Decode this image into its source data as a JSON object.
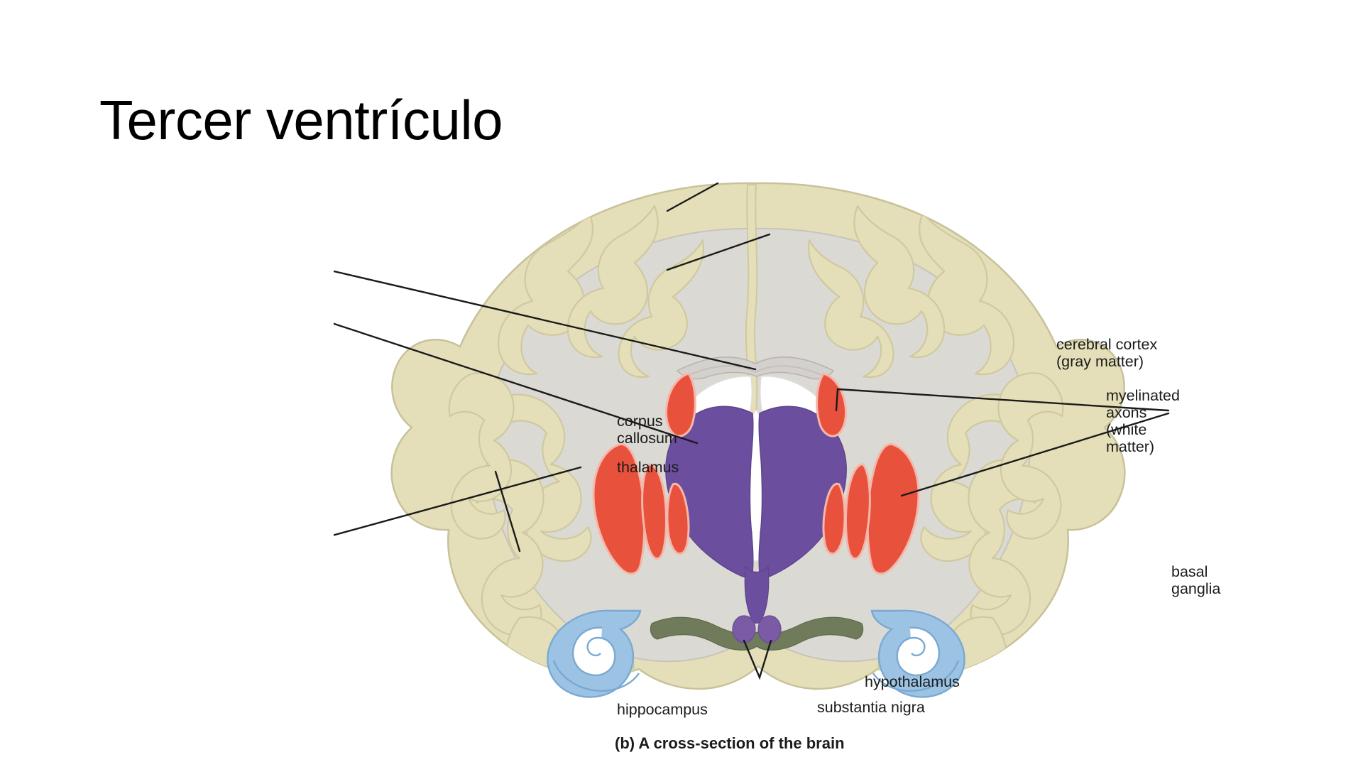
{
  "slide": {
    "title": "Tercer ventrículo"
  },
  "figure": {
    "caption": "(b) A cross-section of the brain",
    "labels": {
      "cerebral_cortex": "cerebral cortex\n(gray matter)",
      "myelinated_axons": "myelinated axons\n(white matter)",
      "basal_ganglia": "basal\nganglia",
      "corpus_callosum": "corpus\ncallosum",
      "thalamus": "thalamus",
      "hippocampus": "hippocampus",
      "substantia_nigra": "substantia nigra",
      "hypothalamus": "hypothalamus"
    },
    "colors": {
      "background": "#ffffff",
      "cortex_gray_matter": "#e4dfb9",
      "cortex_edge": "#cfc9a0",
      "white_matter": "#dedcd6",
      "white_matter_edge": "#cac6be",
      "thalamus_purple": "#6b4e9e",
      "basal_ganglia_red": "#e8513c",
      "hippocampus_blue": "#9cc3e3",
      "hippocampus_blue_dark": "#79a9d2",
      "substantia_nigra_olive": "#6f7b5a",
      "ventricle_white": "#ffffff",
      "corpus_callosum_gray": "#cdc9c6",
      "leader_line": "#1a1a1a",
      "label_text": "#1b1b1b",
      "title_text": "#000000"
    }
  }
}
